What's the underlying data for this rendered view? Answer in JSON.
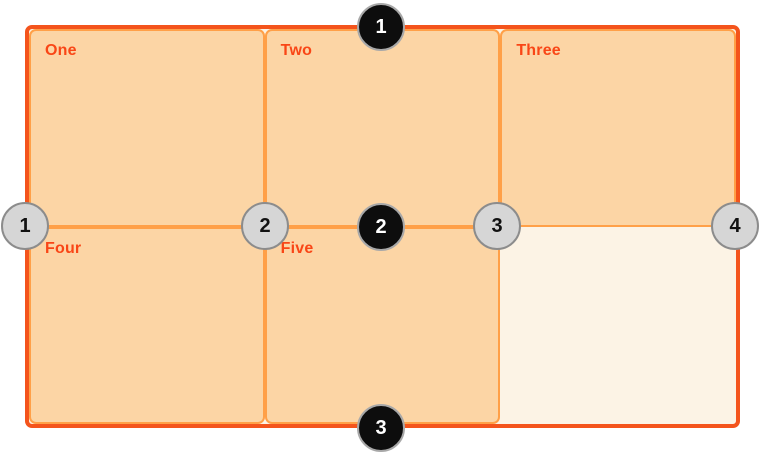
{
  "diagram": {
    "description": "CSS grid lines diagram: 3-column by 2-row grid with numbered row and column grid lines",
    "cells": [
      {
        "label": "One"
      },
      {
        "label": "Two"
      },
      {
        "label": "Three"
      },
      {
        "label": "Four"
      },
      {
        "label": "Five"
      }
    ],
    "row_line_badges": [
      {
        "number": "1"
      },
      {
        "number": "2"
      },
      {
        "number": "3"
      }
    ],
    "column_line_badges": [
      {
        "number": "1"
      },
      {
        "number": "2"
      },
      {
        "number": "3"
      },
      {
        "number": "4"
      }
    ],
    "colors": {
      "container_border": "#F4541C",
      "container_background": "#FCF3E5",
      "cell_background": "#FCD5A5",
      "cell_border": "#FFA048",
      "cell_label_text": "#F94616",
      "row_badge_background": "#0D0D0D",
      "row_badge_text": "#FFFFFF",
      "column_badge_background": "#D6D6D6",
      "column_badge_border": "#8C8C8C",
      "column_badge_text": "#111111",
      "page_background": "#FFFFFF"
    }
  }
}
